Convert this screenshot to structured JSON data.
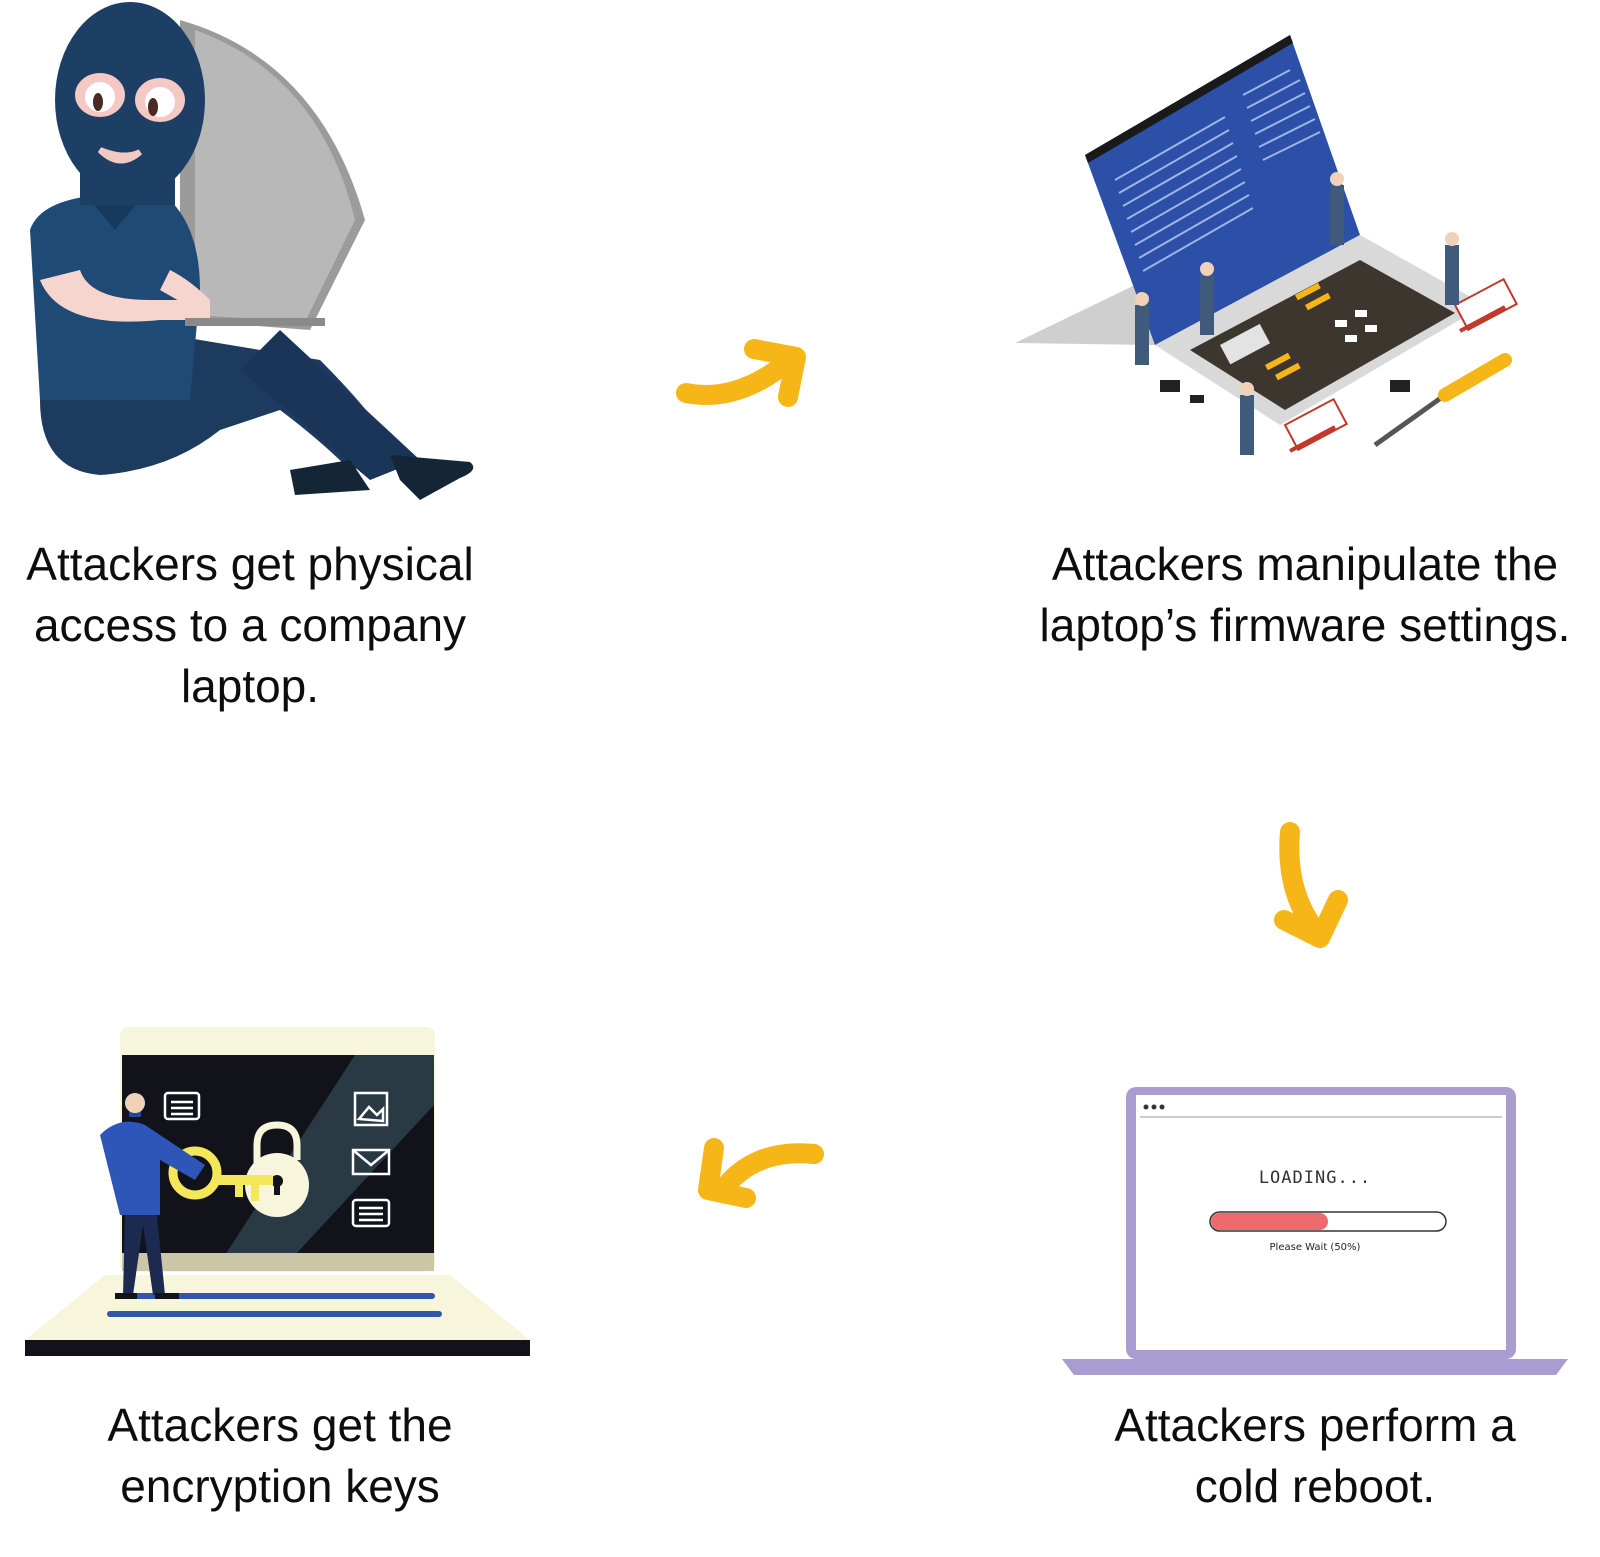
{
  "steps": [
    {
      "id": 1,
      "caption": "Attackers get physical access to a company laptop."
    },
    {
      "id": 2,
      "caption": "Attackers manipulate the laptop’s firmware settings."
    },
    {
      "id": 3,
      "caption": "Attackers perform a cold reboot."
    },
    {
      "id": 4,
      "caption": "Attackers get the encryption keys"
    }
  ],
  "loading_screen": {
    "title": "LOADING...",
    "subtitle": "Please Wait (50%)",
    "progress": 0.5
  },
  "colors": {
    "arrow": "#F7B618",
    "navy": "#1B3F66",
    "screen_blue": "#2C4FA8",
    "laptop_purple": "#A99CD0",
    "progress_red": "#EE6A6E",
    "key_yellow": "#F4E85A"
  }
}
